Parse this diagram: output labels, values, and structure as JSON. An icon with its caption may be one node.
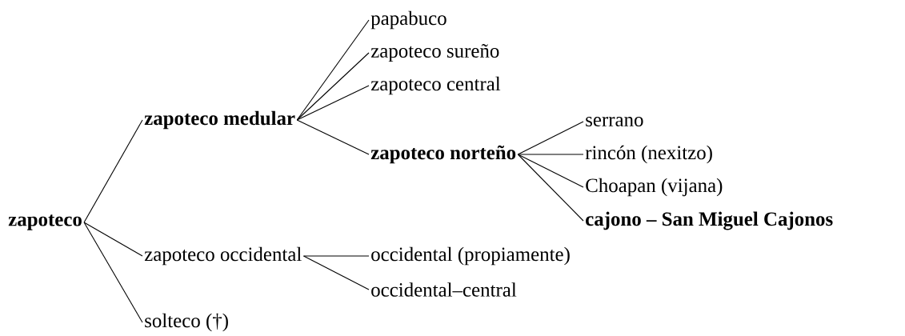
{
  "diagram": {
    "nodes": [
      {
        "text": [
          "zapoteco"
        ]
      },
      {
        "text": [
          "zapoteco medular"
        ]
      },
      {
        "text": [
          "papabuco"
        ]
      },
      {
        "text": [
          "zapoteco sureño"
        ]
      },
      {
        "text": [
          "zapoteco central"
        ]
      },
      {
        "text": [
          "zapoteco norteño"
        ]
      },
      {
        "text": [
          "serrano"
        ]
      },
      {
        "text": [
          "rincón (nexitzo)"
        ]
      },
      {
        "text": [
          "Choapan (vijana)"
        ]
      },
      {
        "text": [
          "cajono – San Miguel Cajonos"
        ]
      },
      {
        "text": [
          "zapoteco occidental"
        ]
      },
      {
        "text": [
          "occidental (propiamente)"
        ]
      },
      {
        "text": [
          "occidental–central"
        ]
      },
      {
        "text": [
          "solteco (†)"
        ]
      }
    ],
    "edges": [
      {
        "from": 0,
        "to": 1,
        "arrow": "none"
      },
      {
        "from": 1,
        "to": 2,
        "arrow": "none"
      },
      {
        "from": 1,
        "to": 3,
        "arrow": "none"
      },
      {
        "from": 1,
        "to": 4,
        "arrow": "none"
      },
      {
        "from": 1,
        "to": 5,
        "arrow": "none"
      },
      {
        "from": 5,
        "to": 6,
        "arrow": "none"
      },
      {
        "from": 5,
        "to": 7,
        "arrow": "none"
      },
      {
        "from": 5,
        "to": 8,
        "arrow": "none"
      },
      {
        "from": 5,
        "to": 9,
        "arrow": "none"
      },
      {
        "from": 0,
        "to": 10,
        "arrow": "none"
      },
      {
        "from": 10,
        "to": 11,
        "arrow": "none"
      },
      {
        "from": 10,
        "to": 12,
        "arrow": "none"
      },
      {
        "from": 0,
        "to": 13,
        "arrow": "none"
      }
    ]
  }
}
